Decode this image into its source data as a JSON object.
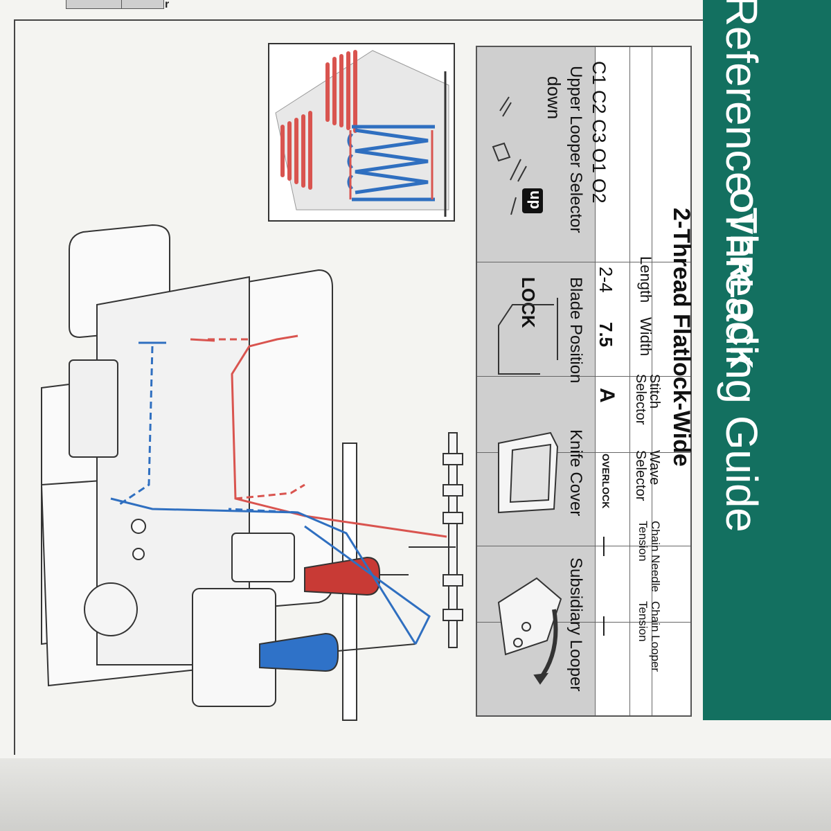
{
  "page": {
    "title": "Reference Threading Guide",
    "subtitle": "OVERLOCK",
    "top_corner_label": "r"
  },
  "table": {
    "heading": "2-Thread Flatlock-Wide",
    "needles": "C1  C2  C3  O1  O2",
    "columns": [
      {
        "key": "length",
        "header": "Length",
        "value": "2-4"
      },
      {
        "key": "width",
        "header": "Width",
        "value": "7.5"
      },
      {
        "key": "stitch_selector",
        "header": "Stitch Selector",
        "value": "A"
      },
      {
        "key": "wave_selector",
        "header": "Wave Selector",
        "value": "OVERLOCK"
      },
      {
        "key": "chain_needle_tension",
        "header": "Chain Needle Tension",
        "value": "—"
      },
      {
        "key": "chain_looper_tension",
        "header": "Chain Looper Tension",
        "value": "—"
      }
    ],
    "settings": [
      {
        "key": "upper_looper_selector",
        "label": "Upper Looper Selector",
        "value": "down",
        "badge": "up"
      },
      {
        "key": "blade_position",
        "label": "Blade Position",
        "value": "LOCK"
      },
      {
        "key": "knife_cover",
        "label": "Knife Cover",
        "value": ""
      },
      {
        "key": "subsidiary_looper",
        "label": "Subsidiary Looper",
        "value": ""
      }
    ]
  },
  "colors": {
    "band": "#137060",
    "thread_red": "#d9544f",
    "thread_blue": "#2f6fc0",
    "spool_red": "#c83a35",
    "spool_blue": "#2f72c8"
  }
}
